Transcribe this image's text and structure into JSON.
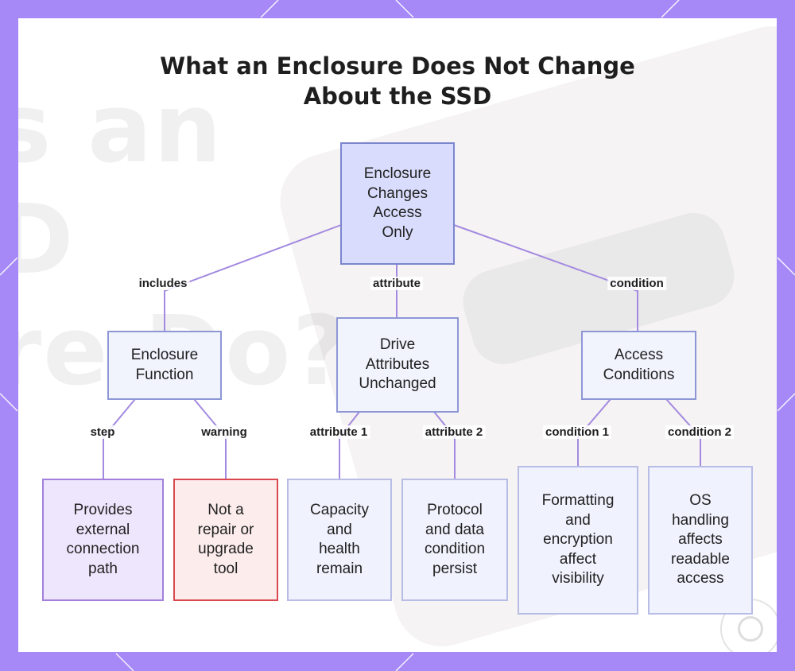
{
  "title": {
    "line1": "What an Enclosure Does Not Change",
    "line2": "About the SSD"
  },
  "background": {
    "watermark_text": "s an\nD\nre Do?"
  },
  "nodes": {
    "root": [
      "Enclosure",
      "Changes",
      "Access",
      "Only"
    ],
    "enclosure_function": [
      "Enclosure",
      "Function"
    ],
    "drive_attributes": [
      "Drive",
      "Attributes",
      "Unchanged"
    ],
    "access_conditions": [
      "Access",
      "Conditions"
    ],
    "provides_path": [
      "Provides",
      "external",
      "connection",
      "path"
    ],
    "not_repair": [
      "Not a",
      "repair or",
      "upgrade",
      "tool"
    ],
    "capacity_health": [
      "Capacity",
      "and",
      "health",
      "remain"
    ],
    "protocol_data": [
      "Protocol",
      "and data",
      "condition",
      "persist"
    ],
    "formatting_encryption": [
      "Formatting",
      "and",
      "encryption",
      "affect",
      "visibility"
    ],
    "os_handling": [
      "OS",
      "handling",
      "affects",
      "readable",
      "access"
    ]
  },
  "edge_labels": {
    "includes": "includes",
    "attribute": "attribute",
    "condition": "condition",
    "step": "step",
    "warning": "warning",
    "attribute1": "attribute 1",
    "attribute2": "attribute 2",
    "condition1": "condition 1",
    "condition2": "condition 2"
  },
  "colors": {
    "frame": "#a688f7",
    "edge": "#a38ae0",
    "root_fill": "#d9dcfc",
    "node_fill": "#f1f3fd",
    "step_fill": "#eee6fc",
    "warning_border": "#d9484f"
  }
}
